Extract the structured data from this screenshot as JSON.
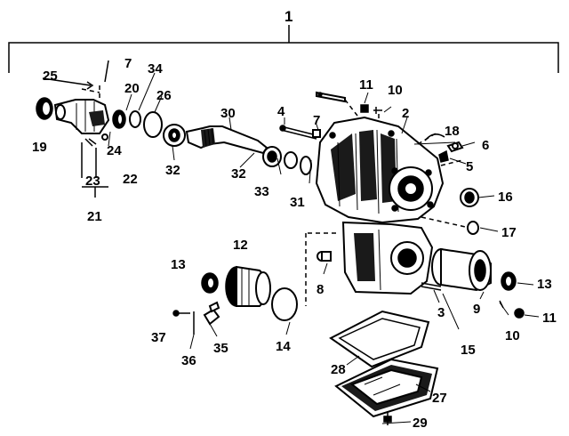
{
  "labels": {
    "n1": "1",
    "n2": "2",
    "n3": "3",
    "n4": "4",
    "n5": "5",
    "n6": "6",
    "n7": "7",
    "n7b": "7",
    "n8": "8",
    "n9": "9",
    "n10": "10",
    "n10b": "10",
    "n11": "11",
    "n11b": "11",
    "n12": "12",
    "n13": "13",
    "n13b": "13",
    "n14": "14",
    "n15": "15",
    "n16": "16",
    "n17": "17",
    "n18": "18",
    "n19": "19",
    "n20": "20",
    "n21": "21",
    "n22": "22",
    "n23": "23",
    "n24": "24",
    "n25": "25",
    "n26": "26",
    "n27": "27",
    "n28": "28",
    "n29": "29",
    "n30": "30",
    "n31": "31",
    "n32": "32",
    "n32b": "32",
    "n33": "33",
    "n34": "34",
    "n35": "35",
    "n36": "36",
    "n37": "37"
  }
}
